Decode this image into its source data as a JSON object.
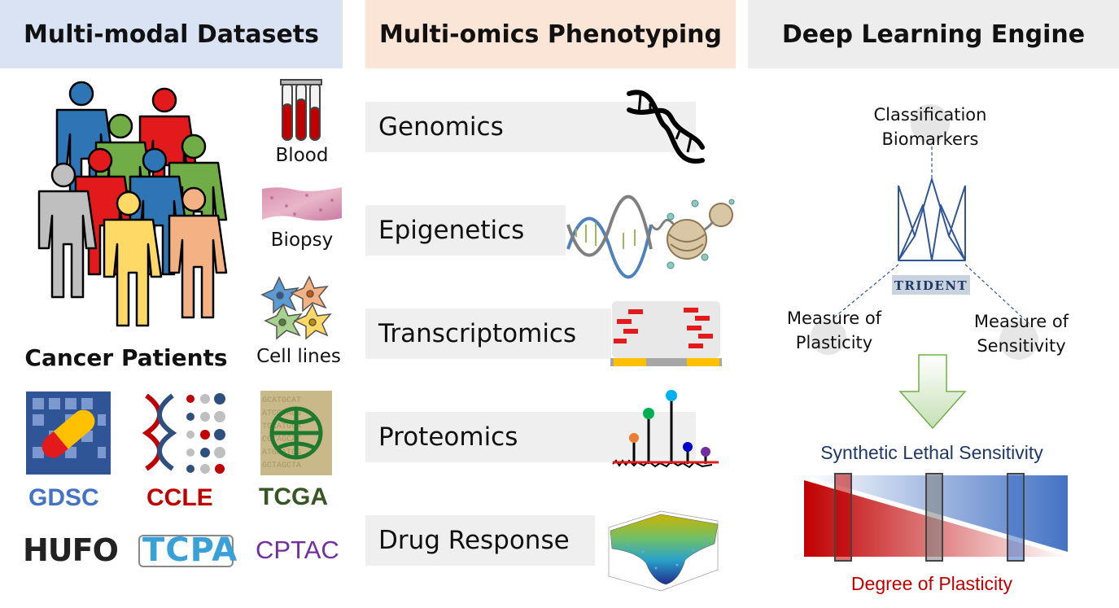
{
  "columns": {
    "datasets": {
      "title": "Multi-modal Datasets",
      "cancer_patients": "Cancer Patients",
      "samples": [
        "Blood",
        "Biopsy",
        "Cell lines"
      ],
      "sources": [
        "GDSC",
        "CCLE",
        "TCGA",
        "HUFO",
        "TCPA",
        "CPTAC"
      ]
    },
    "phenotyping": {
      "title": "Multi-omics Phenotyping",
      "omics": [
        "Genomics",
        "Epigenetics",
        "Transcriptomics",
        "Proteomics",
        "Drug Response"
      ]
    },
    "engine": {
      "title": "Deep Learning Engine",
      "classification": "Classification\nBiomarkers",
      "plasticity_measure": "Measure of\nPlasticity",
      "sensitivity_measure": "Measure of\nSensitivity",
      "logo_text": "TRIDENT",
      "top_axis": "Synthetic Lethal Sensitivity",
      "bottom_axis": "Degree of Plasticity"
    }
  },
  "colors": {
    "header_datasets": "#dae3f3",
    "header_phenotyping": "#fbe5d6",
    "header_engine": "#ededed",
    "gdsc": "#4472c4",
    "ccle": "#c00000",
    "tcga": "#375623",
    "cptac": "#7030a0",
    "sensitivity_blue": "#203864",
    "plasticity_red": "#c00000"
  },
  "icons": [
    "people-group-icon",
    "test-tubes-icon",
    "tissue-slide-icon",
    "cell-lines-icon",
    "dna-helix-icon",
    "chromatin-icon",
    "gene-expression-icon",
    "mass-spec-icon",
    "drug-surface-icon",
    "trident-logo-icon",
    "down-arrow-icon"
  ]
}
